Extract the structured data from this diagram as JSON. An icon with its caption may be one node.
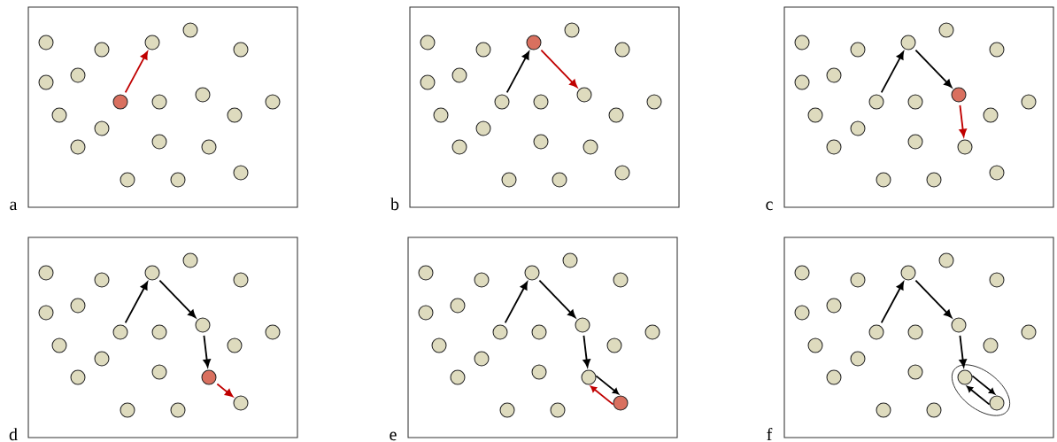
{
  "diagram": {
    "nodes": [
      {
        "text": [],
        "shape": "box"
      },
      {
        "text": [],
        "shape": "circle",
        "in": 0
      },
      {
        "text": [],
        "shape": "circle",
        "in": 0
      },
      {
        "text": [],
        "shape": "circle",
        "in": 0
      },
      {
        "text": [],
        "shape": "circle",
        "in": 0
      },
      {
        "text": [],
        "shape": "circle",
        "in": 0
      },
      {
        "text": [],
        "shape": "circle",
        "in": 0
      },
      {
        "text": [],
        "shape": "circle",
        "in": 0
      },
      {
        "text": [],
        "shape": "circle",
        "in": 0
      },
      {
        "text": [],
        "shape": "circle",
        "in": 0
      },
      {
        "text": [],
        "shape": "circle",
        "in": 0
      },
      {
        "text": [],
        "shape": "circle",
        "in": 0
      },
      {
        "text": [],
        "shape": "circle",
        "in": 0
      },
      {
        "text": [],
        "shape": "circle",
        "in": 0
      },
      {
        "text": [],
        "shape": "circle",
        "in": 0
      },
      {
        "text": [],
        "shape": "circle",
        "in": 0
      },
      {
        "text": [],
        "shape": "circle",
        "in": 0
      },
      {
        "text": [],
        "shape": "circle",
        "in": 0
      },
      {
        "text": [],
        "shape": "circle",
        "in": 0
      },
      {
        "text": [],
        "shape": "circle",
        "in": 0
      },
      {
        "text": [],
        "shape": "circle",
        "in": 0
      },
      {
        "text": [],
        "shape": "box"
      },
      {
        "text": [],
        "shape": "circle",
        "in": 21
      },
      {
        "text": [],
        "shape": "circle",
        "in": 21
      },
      {
        "text": [],
        "shape": "circle",
        "in": 21
      },
      {
        "text": [],
        "shape": "circle",
        "in": 21
      },
      {
        "text": [],
        "shape": "circle",
        "in": 21
      },
      {
        "text": [],
        "shape": "circle",
        "in": 21
      },
      {
        "text": [],
        "shape": "circle",
        "in": 21
      },
      {
        "text": [],
        "shape": "circle",
        "in": 21
      },
      {
        "text": [],
        "shape": "circle",
        "in": 21
      },
      {
        "text": [],
        "shape": "circle",
        "in": 21
      },
      {
        "text": [],
        "shape": "circle",
        "in": 21
      },
      {
        "text": [],
        "shape": "circle",
        "in": 21
      },
      {
        "text": [],
        "shape": "circle",
        "in": 21
      },
      {
        "text": [],
        "shape": "circle",
        "in": 21
      },
      {
        "text": [],
        "shape": "circle",
        "in": 21
      },
      {
        "text": [],
        "shape": "circle",
        "in": 21
      },
      {
        "text": [],
        "shape": "circle",
        "in": 21
      },
      {
        "text": [],
        "shape": "circle",
        "in": 21
      },
      {
        "text": [],
        "shape": "circle",
        "in": 21
      },
      {
        "text": [],
        "shape": "circle",
        "in": 21
      },
      {
        "text": [],
        "shape": "box"
      },
      {
        "text": [],
        "shape": "circle",
        "in": 42
      },
      {
        "text": [],
        "shape": "circle",
        "in": 42
      },
      {
        "text": [],
        "shape": "circle",
        "in": 42
      },
      {
        "text": [],
        "shape": "circle",
        "in": 42
      },
      {
        "text": [],
        "shape": "circle",
        "in": 42
      },
      {
        "text": [],
        "shape": "circle",
        "in": 42
      },
      {
        "text": [],
        "shape": "circle",
        "in": 42
      },
      {
        "text": [],
        "shape": "circle",
        "in": 42
      },
      {
        "text": [],
        "shape": "circle",
        "in": 42
      },
      {
        "text": [],
        "shape": "circle",
        "in": 42
      },
      {
        "text": [],
        "shape": "circle",
        "in": 42
      },
      {
        "text": [],
        "shape": "circle",
        "in": 42
      },
      {
        "text": [],
        "shape": "circle",
        "in": 42
      },
      {
        "text": [],
        "shape": "circle",
        "in": 42
      },
      {
        "text": [],
        "shape": "circle",
        "in": 42
      },
      {
        "text": [],
        "shape": "circle",
        "in": 42
      },
      {
        "text": [],
        "shape": "circle",
        "in": 42
      },
      {
        "text": [],
        "shape": "circle",
        "in": 42
      },
      {
        "text": [],
        "shape": "circle",
        "in": 42
      },
      {
        "text": [],
        "shape": "circle",
        "in": 42
      },
      {
        "text": [],
        "shape": "box"
      },
      {
        "text": [],
        "shape": "circle",
        "in": 63
      },
      {
        "text": [],
        "shape": "circle",
        "in": 63
      },
      {
        "text": [],
        "shape": "circle",
        "in": 63
      },
      {
        "text": [],
        "shape": "circle",
        "in": 63
      },
      {
        "text": [],
        "shape": "circle",
        "in": 63
      },
      {
        "text": [],
        "shape": "circle",
        "in": 63
      },
      {
        "text": [],
        "shape": "circle",
        "in": 63
      },
      {
        "text": [],
        "shape": "circle",
        "in": 63
      },
      {
        "text": [],
        "shape": "circle",
        "in": 63
      },
      {
        "text": [],
        "shape": "circle",
        "in": 63
      },
      {
        "text": [],
        "shape": "circle",
        "in": 63
      },
      {
        "text": [],
        "shape": "circle",
        "in": 63
      },
      {
        "text": [],
        "shape": "circle",
        "in": 63
      },
      {
        "text": [],
        "shape": "circle",
        "in": 63
      },
      {
        "text": [],
        "shape": "circle",
        "in": 63
      },
      {
        "text": [],
        "shape": "circle",
        "in": 63
      },
      {
        "text": [],
        "shape": "circle",
        "in": 63
      },
      {
        "text": [],
        "shape": "circle",
        "in": 63
      },
      {
        "text": [],
        "shape": "circle",
        "in": 63
      },
      {
        "text": [],
        "shape": "circle",
        "in": 63
      },
      {
        "text": [],
        "shape": "box"
      },
      {
        "text": [],
        "shape": "circle",
        "in": 84
      },
      {
        "text": [],
        "shape": "circle",
        "in": 84
      },
      {
        "text": [],
        "shape": "circle",
        "in": 84
      },
      {
        "text": [],
        "shape": "circle",
        "in": 84
      },
      {
        "text": [],
        "shape": "circle",
        "in": 84
      },
      {
        "text": [],
        "shape": "circle",
        "in": 84
      },
      {
        "text": [],
        "shape": "circle",
        "in": 84
      },
      {
        "text": [],
        "shape": "circle",
        "in": 84
      },
      {
        "text": [],
        "shape": "circle",
        "in": 84
      },
      {
        "text": [],
        "shape": "circle",
        "in": 84
      },
      {
        "text": [],
        "shape": "circle",
        "in": 84
      },
      {
        "text": [],
        "shape": "circle",
        "in": 84
      },
      {
        "text": [],
        "shape": "circle",
        "in": 84
      },
      {
        "text": [],
        "shape": "circle",
        "in": 84
      },
      {
        "text": [],
        "shape": "circle",
        "in": 84
      },
      {
        "text": [],
        "shape": "circle",
        "in": 84
      },
      {
        "text": [],
        "shape": "circle",
        "in": 84
      },
      {
        "text": [],
        "shape": "circle",
        "in": 84
      },
      {
        "text": [],
        "shape": "circle",
        "in": 84
      },
      {
        "text": [],
        "shape": "circle",
        "in": 84
      },
      {
        "text": [],
        "shape": "box"
      },
      {
        "text": [],
        "shape": "ellipse",
        "in": 105
      },
      {
        "text": [],
        "shape": "circle",
        "in": 105
      },
      {
        "text": [],
        "shape": "circle",
        "in": 105
      },
      {
        "text": [],
        "shape": "circle",
        "in": 105
      },
      {
        "text": [],
        "shape": "circle",
        "in": 105
      },
      {
        "text": [],
        "shape": "circle",
        "in": 105
      },
      {
        "text": [],
        "shape": "circle",
        "in": 105
      },
      {
        "text": [],
        "shape": "circle",
        "in": 105
      },
      {
        "text": [],
        "shape": "circle",
        "in": 105
      },
      {
        "text": [],
        "shape": "circle",
        "in": 105
      },
      {
        "text": [],
        "shape": "circle",
        "in": 105
      },
      {
        "text": [],
        "shape": "circle",
        "in": 105
      },
      {
        "text": [],
        "shape": "circle",
        "in": 105
      },
      {
        "text": [],
        "shape": "circle",
        "in": 105
      },
      {
        "text": [],
        "shape": "circle",
        "in": 105
      },
      {
        "text": [],
        "shape": "circle",
        "in": 105
      },
      {
        "text": [],
        "shape": "circle",
        "in": 105
      },
      {
        "text": [],
        "shape": "circle",
        "in": 106
      },
      {
        "text": [],
        "shape": "circle",
        "in": 105
      },
      {
        "text": [],
        "shape": "circle",
        "in": 105
      },
      {
        "text": [],
        "shape": "circle",
        "in": 106
      }
    ],
    "edges": [
      {
        "from": 8,
        "to": 3,
        "arrow": "to",
        "color": "#c00000"
      },
      {
        "from": 29,
        "to": 24,
        "arrow": "to"
      },
      {
        "from": 24,
        "to": 31,
        "arrow": "to",
        "color": "#c00000"
      },
      {
        "from": 50,
        "to": 45,
        "arrow": "to"
      },
      {
        "from": 45,
        "to": 52,
        "arrow": "to"
      },
      {
        "from": 52,
        "to": 59,
        "arrow": "to",
        "color": "#c00000"
      },
      {
        "from": 71,
        "to": 66,
        "arrow": "to"
      },
      {
        "from": 66,
        "to": 73,
        "arrow": "to"
      },
      {
        "from": 73,
        "to": 80,
        "arrow": "to"
      },
      {
        "from": 80,
        "to": 83,
        "arrow": "to",
        "color": "#c00000"
      },
      {
        "from": 92,
        "to": 87,
        "arrow": "to"
      },
      {
        "from": 87,
        "to": 94,
        "arrow": "to"
      },
      {
        "from": 94,
        "to": 101,
        "arrow": "to"
      },
      {
        "from": 101,
        "to": 104,
        "arrow": "to"
      },
      {
        "from": 104,
        "to": 101,
        "arrow": "to",
        "color": "#c00000"
      },
      {
        "from": 114,
        "to": 109,
        "arrow": "to"
      },
      {
        "from": 109,
        "to": 116,
        "arrow": "to"
      },
      {
        "from": 116,
        "to": 123,
        "arrow": "to"
      },
      {
        "from": 123,
        "to": 126,
        "arrow": "to"
      },
      {
        "from": 126,
        "to": 123,
        "arrow": "to"
      }
    ],
    "labels": [
      "a",
      "b",
      "c",
      "d",
      "e",
      "f"
    ]
  }
}
